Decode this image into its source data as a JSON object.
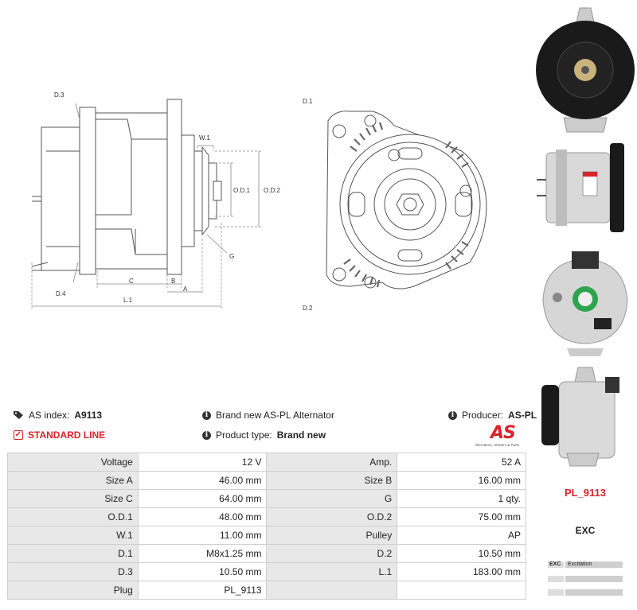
{
  "drawing": {
    "labels": {
      "d3": "D.3",
      "d4": "D.4",
      "w1": "W.1",
      "od1": "O.D.1",
      "od2": "O.D.2",
      "g": "G",
      "b": "B",
      "c": "C",
      "a": "A",
      "l1": "L.1",
      "d1": "D.1",
      "d2": "D.2"
    }
  },
  "header": {
    "as_index_label": "AS index:",
    "as_index_value": "A9113",
    "description": "Brand new AS-PL Alternator",
    "producer_label": "Producer:",
    "producer_value": "AS-PL",
    "standard_line": "STANDARD LINE",
    "product_type_label": "Product type:",
    "product_type_value": "Brand new"
  },
  "logo": {
    "brand": "AS",
    "tagline": "Alternators, Starters & Parts",
    "color": "#d8232a"
  },
  "specs": [
    {
      "l1": "Voltage",
      "v1": "12 V",
      "l2": "Amp.",
      "v2": "52 A"
    },
    {
      "l1": "Size A",
      "v1": "46.00 mm",
      "l2": "Size B",
      "v2": "16.00 mm"
    },
    {
      "l1": "Size C",
      "v1": "64.00 mm",
      "l2": "G",
      "v2": "1 qty."
    },
    {
      "l1": "O.D.1",
      "v1": "48.00 mm",
      "l2": "O.D.2",
      "v2": "75.00 mm"
    },
    {
      "l1": "W.1",
      "v1": "11.00 mm",
      "l2": "Pulley",
      "v2": "AP"
    },
    {
      "l1": "D.1",
      "v1": "M8x1.25 mm",
      "l2": "D.2",
      "v2": "10.50 mm"
    },
    {
      "l1": "D.3",
      "v1": "10.50 mm",
      "l2": "L.1",
      "v2": "183.00 mm"
    },
    {
      "l1": "Plug",
      "v1": "PL_9113",
      "l2": "",
      "v2": ""
    }
  ],
  "sidebar": {
    "part_code": "PL_9113",
    "exc_title": "EXC",
    "exc_rows": [
      {
        "k": "EXC",
        "v": "Excitation"
      },
      {
        "k": "",
        "v": ""
      },
      {
        "k": "",
        "v": ""
      }
    ]
  }
}
